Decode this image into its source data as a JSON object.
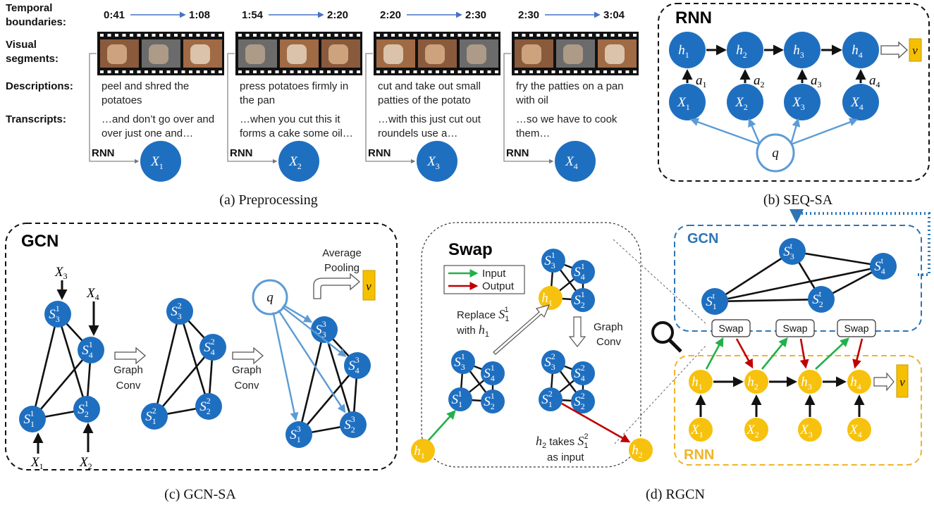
{
  "panel_a": {
    "row_labels": {
      "temporal_1": "Temporal",
      "temporal_2": "boundaries:",
      "visual_1": "Visual",
      "visual_2": "segments:",
      "descriptions": "Descriptions:",
      "transcripts": "Transcripts:"
    },
    "segments": [
      {
        "start": "0:41",
        "end": "1:08",
        "desc_1": "peel and shred the",
        "desc_2": "potatoes",
        "tr_1": "…and don’t go over and",
        "tr_2": "over just one and…",
        "rnn": "RNN",
        "node": "X",
        "sub": "1"
      },
      {
        "start": "1:54",
        "end": "2:20",
        "desc_1": "press potatoes firmly in",
        "desc_2": "the pan",
        "tr_1": "…when you cut this it",
        "tr_2": "forms a cake some oil…",
        "rnn": "RNN",
        "node": "X",
        "sub": "2"
      },
      {
        "start": "2:20",
        "end": "2:30",
        "desc_1": "cut and take out small",
        "desc_2": "patties of the potato",
        "tr_1": "…with this just cut out",
        "tr_2": "roundels use a…",
        "rnn": "RNN",
        "node": "X",
        "sub": "3"
      },
      {
        "start": "2:30",
        "end": "3:04",
        "desc_1": "fry the patties on a pan",
        "desc_2": "with oil",
        "tr_1": "…so we have to cook",
        "tr_2": "them…",
        "rnn": "RNN",
        "node": "X",
        "sub": "4"
      }
    ],
    "caption": "(a) Preprocessing"
  },
  "panel_b": {
    "title": "RNN",
    "h_nodes": [
      "1",
      "2",
      "3",
      "4"
    ],
    "x_nodes": [
      "1",
      "2",
      "3",
      "4"
    ],
    "a_labels": [
      "1",
      "2",
      "3",
      "4"
    ],
    "query": "q",
    "output": "v",
    "caption": "(b) SEQ-SA"
  },
  "panel_c": {
    "title": "GCN",
    "inputs": {
      "x1": "1",
      "x2": "2",
      "x3": "3",
      "x4": "4"
    },
    "graph_conv_1a": "Graph",
    "graph_conv_1b": "Conv",
    "graph_conv_2a": "Graph",
    "graph_conv_2b": "Conv",
    "pool_1": "Average",
    "pool_2": "Pooling",
    "query": "q",
    "output": "v",
    "layers": [
      "1",
      "2",
      "3"
    ],
    "caption": "(c) GCN-SA"
  },
  "panel_d": {
    "swap_title": "Swap",
    "legend_input": "Input",
    "legend_output": "Output",
    "replace_1": "Replace",
    "replace_2": "with",
    "graph_conv_a": "Graph",
    "graph_conv_b": "Conv",
    "takes_1": "takes",
    "takes_2": "as input",
    "gcn_title": "GCN",
    "rnn_title": "RNN",
    "t_sup": "t",
    "swap_labels": [
      "Swap",
      "Swap",
      "Swap"
    ],
    "output": "v",
    "caption": "(d) RGCN"
  },
  "colors": {
    "blue_node": "#1f6fc0",
    "yellow_node": "#f7c20e",
    "light_blue": "#5b9bd5",
    "green_arrow": "#22b04a",
    "red_arrow": "#c00000",
    "gcn_dash": "#2e75b6",
    "rnn_dash": "#f0b429",
    "output_box": "#f5c000",
    "timeline": "#4472c4"
  }
}
